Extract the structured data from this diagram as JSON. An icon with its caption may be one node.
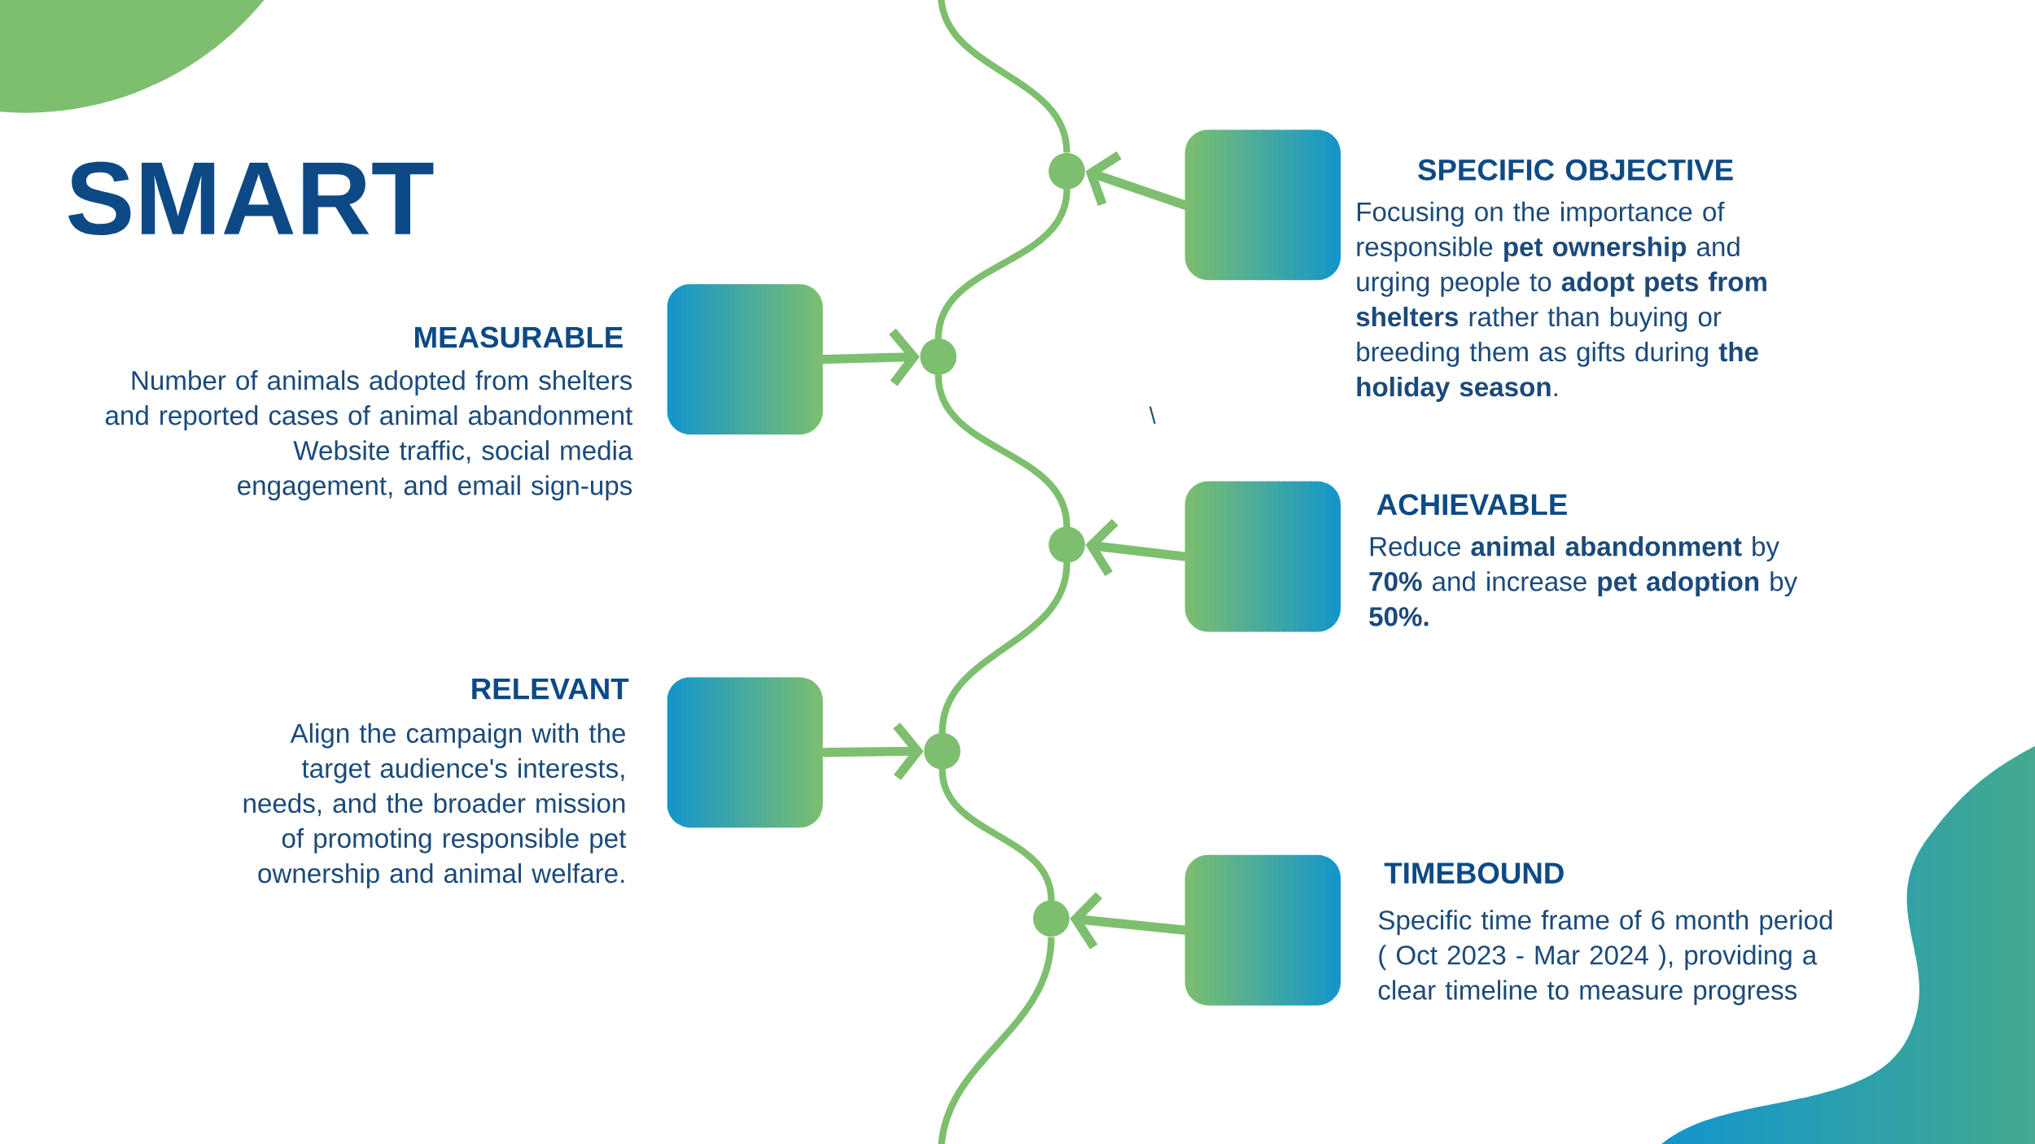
{
  "diagram": {
    "title": "SMART",
    "nodes": [
      {
        "text": [],
        "shape": "box",
        "beside": [
          "SPECIFIC OBJECTIVE",
          "Focusing on the importance of responsible **pet ownership** and urging people to **adopt pets from shelters** rather than buying or breeding them as gifts during **the holiday season**."
        ]
      },
      {
        "text": [],
        "shape": "circle"
      },
      {
        "text": [],
        "shape": "box",
        "beside": [
          "MEASURABLE",
          "Number of animals adopted from shelters and reported cases of animal abandonment",
          "Website traffic, social media engagement, and email sign-ups"
        ]
      },
      {
        "text": [],
        "shape": "circle"
      },
      {
        "text": [],
        "shape": "box",
        "beside": [
          "ACHIEVABLE",
          "Reduce **animal abandonment** by **70%** and increase **pet adoption** by **50%.**"
        ]
      },
      {
        "text": [],
        "shape": "circle"
      },
      {
        "text": [],
        "shape": "box",
        "beside": [
          "RELEVANT",
          "Align the campaign with the target audience's interests, needs, and the broader mission of promoting responsible pet ownership and animal welfare."
        ]
      },
      {
        "text": [],
        "shape": "circle"
      },
      {
        "text": [],
        "shape": "box",
        "beside": [
          "TIMEBOUND",
          "Specific time frame of 6 month period ( Oct 2023 - Mar 2024 ), providing a clear timeline to measure progress"
        ]
      },
      {
        "text": [],
        "shape": "circle"
      }
    ],
    "edges": [
      {
        "from": 0,
        "to": 1,
        "arrow": "to"
      },
      {
        "from": 2,
        "to": 3,
        "arrow": "to"
      },
      {
        "from": 4,
        "to": 5,
        "arrow": "to"
      },
      {
        "from": 6,
        "to": 7,
        "arrow": "to"
      },
      {
        "from": 8,
        "to": 9,
        "arrow": "to"
      },
      {
        "from": 1,
        "to": 3,
        "arrow": "none"
      },
      {
        "from": 3,
        "to": 5,
        "arrow": "none"
      },
      {
        "from": 5,
        "to": 7,
        "arrow": "none"
      },
      {
        "from": 7,
        "to": 9,
        "arrow": "none"
      }
    ],
    "labels": [
      "\\"
    ]
  }
}
